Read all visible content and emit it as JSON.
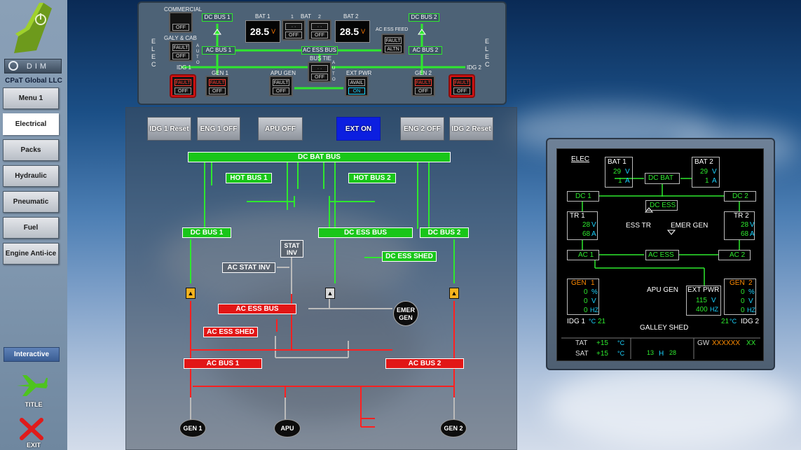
{
  "sidebar": {
    "dim_label": "DIM",
    "company": "CPaT Global LLC",
    "items": [
      {
        "label": "Menu 1"
      },
      {
        "label": "Electrical"
      },
      {
        "label": "Packs"
      },
      {
        "label": "Hydraulic"
      },
      {
        "label": "Pneumatic"
      },
      {
        "label": "Fuel"
      },
      {
        "label": "Engine Anti-ice"
      }
    ],
    "interactive_label": "Interactive",
    "title_label": "TITLE",
    "exit_label": "EXIT"
  },
  "overhead": {
    "commercial": "COMMERCIAL",
    "galy_cab": "GALY & CAB",
    "elec": "E L E C",
    "auto": "A U T O",
    "dc_bus_1": "DC BUS 1",
    "dc_bus_2": "DC BUS 2",
    "ac_bus_1": "AC BUS 1",
    "ac_bus_2": "AC BUS 2",
    "ac_ess_bus": "AC ESS BUS",
    "ac_ess_feed": "AC ESS FEED",
    "bus_tie": "BUS TIE",
    "bat1": "BAT 1",
    "bat2": "BAT 2",
    "bat": "BAT",
    "bat_num1": "1",
    "bat_num2": "2",
    "bat1_v": "28.5",
    "bat2_v": "28.5",
    "unit_v": "V",
    "idg1": "IDG 1",
    "idg2": "IDG 2",
    "gen1": "GEN 1",
    "gen2": "GEN 2",
    "apu_gen": "APU GEN",
    "ext_pwr": "EXT PWR",
    "off": "OFF",
    "fault": "FAULT",
    "altn": "ALTN",
    "avail": "AVAIL",
    "on": "ON",
    "dots": "· ·"
  },
  "controls": {
    "idg1_reset": "IDG 1 Reset",
    "eng1_off": "ENG 1 OFF",
    "apu_off": "APU OFF",
    "ext_on": "EXT ON",
    "eng2_off": "ENG 2 OFF",
    "idg2_reset": "IDG 2 Reset"
  },
  "schematic": {
    "dc_bat_bus": "DC BAT BUS",
    "hot_bus_1": "HOT BUS 1",
    "hot_bus_2": "HOT BUS 2",
    "dc_bus_1": "DC BUS 1",
    "dc_ess_bus": "DC ESS BUS",
    "dc_bus_2": "DC BUS 2",
    "dc_ess_shed": "DC ESS SHED",
    "stat_inv_1": "STAT",
    "stat_inv_2": "INV",
    "ac_stat_inv": "AC STAT INV",
    "ac_ess_bus": "AC ESS BUS",
    "ac_ess_shed": "AC ESS SHED",
    "ac_bus_1": "AC BUS 1",
    "ac_bus_2": "AC BUS 2",
    "emer_gen_1": "EMER",
    "emer_gen_2": "GEN",
    "gen1": "GEN 1",
    "apu": "APU",
    "gen2": "GEN 2"
  },
  "ecam": {
    "title": "ELEC",
    "bat1": {
      "label": "BAT  1",
      "v": "29",
      "a": "1"
    },
    "bat2": {
      "label": "BAT  2",
      "v": "29",
      "a": "1"
    },
    "dc_bat": "DC BAT",
    "dc1": "DC 1",
    "dc2": "DC 2",
    "dc_ess": "DC ESS",
    "tr1": {
      "label": "TR  1",
      "v": "28",
      "a": "68"
    },
    "tr2": {
      "label": "TR  2",
      "v": "28",
      "a": "68"
    },
    "ess_tr": "ESS TR",
    "emer_gen": "EMER GEN",
    "ac1": "AC 1",
    "ac2": "AC 2",
    "ac_ess": "AC ESS",
    "gen1": {
      "label": "GEN",
      "num": "1",
      "pct": "0",
      "v": "0",
      "hz": "0"
    },
    "gen2": {
      "label": "GEN",
      "num": "2",
      "pct": "0",
      "v": "0",
      "hz": "0"
    },
    "apu_gen": "APU GEN",
    "ext_pwr": {
      "label": "EXT PWR",
      "v": "115",
      "hz": "400"
    },
    "idg1": {
      "label": "IDG 1",
      "temp": "21"
    },
    "idg2": {
      "label": "IDG 2",
      "temp": "21"
    },
    "galley_shed": "GALLEY SHED",
    "unit_v": "V",
    "unit_a": "A",
    "unit_pct": "%",
    "unit_hz": "HZ",
    "unit_c": "°C",
    "tat_label": "TAT",
    "tat_val": "+15",
    "sat_label": "SAT",
    "sat_val": "+15",
    "time_h": "13",
    "h_label": "H",
    "time_m": "28",
    "gw_label": "GW",
    "gw_val": "XXXXXX",
    "gw_unit": "XX"
  },
  "colors": {
    "green": "#19c619",
    "red": "#e21616",
    "amber": "#ff8c00",
    "cyan": "#1ad3ff"
  }
}
